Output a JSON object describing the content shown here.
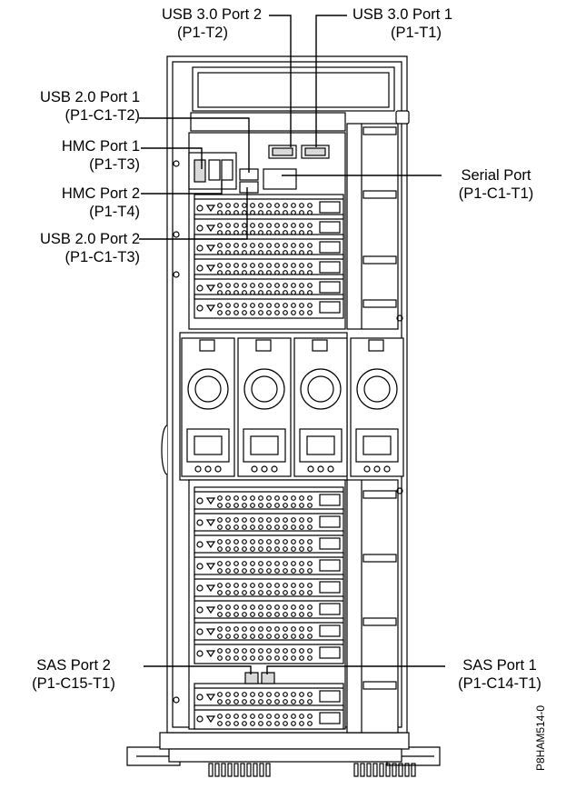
{
  "figure_id": "P8HAM514-0",
  "callouts": {
    "usb30_port2": {
      "name": "USB 3.0 Port 2",
      "code": "(P1-T2)"
    },
    "usb30_port1": {
      "name": "USB 3.0 Port 1",
      "code": "(P1-T1)"
    },
    "usb20_port1": {
      "name": "USB 2.0 Port 1",
      "code": "(P1-C1-T2)"
    },
    "hmc_port1": {
      "name": "HMC Port 1",
      "code": "(P1-T3)"
    },
    "hmc_port2": {
      "name": "HMC Port 2",
      "code": "(P1-T4)"
    },
    "usb20_port2": {
      "name": "USB 2.0 Port 2",
      "code": "(P1-C1-T3)"
    },
    "serial_port": {
      "name": "Serial Port",
      "code": "(P1-C1-T1)"
    },
    "sas_port2": {
      "name": "SAS Port 2",
      "code": "(P1-C15-T1)"
    },
    "sas_port1": {
      "name": "SAS Port 1",
      "code": "(P1-C14-T1)"
    }
  },
  "colors": {
    "line": "#000000",
    "fill": "#ffffff",
    "shade": "#d9d9d9"
  }
}
